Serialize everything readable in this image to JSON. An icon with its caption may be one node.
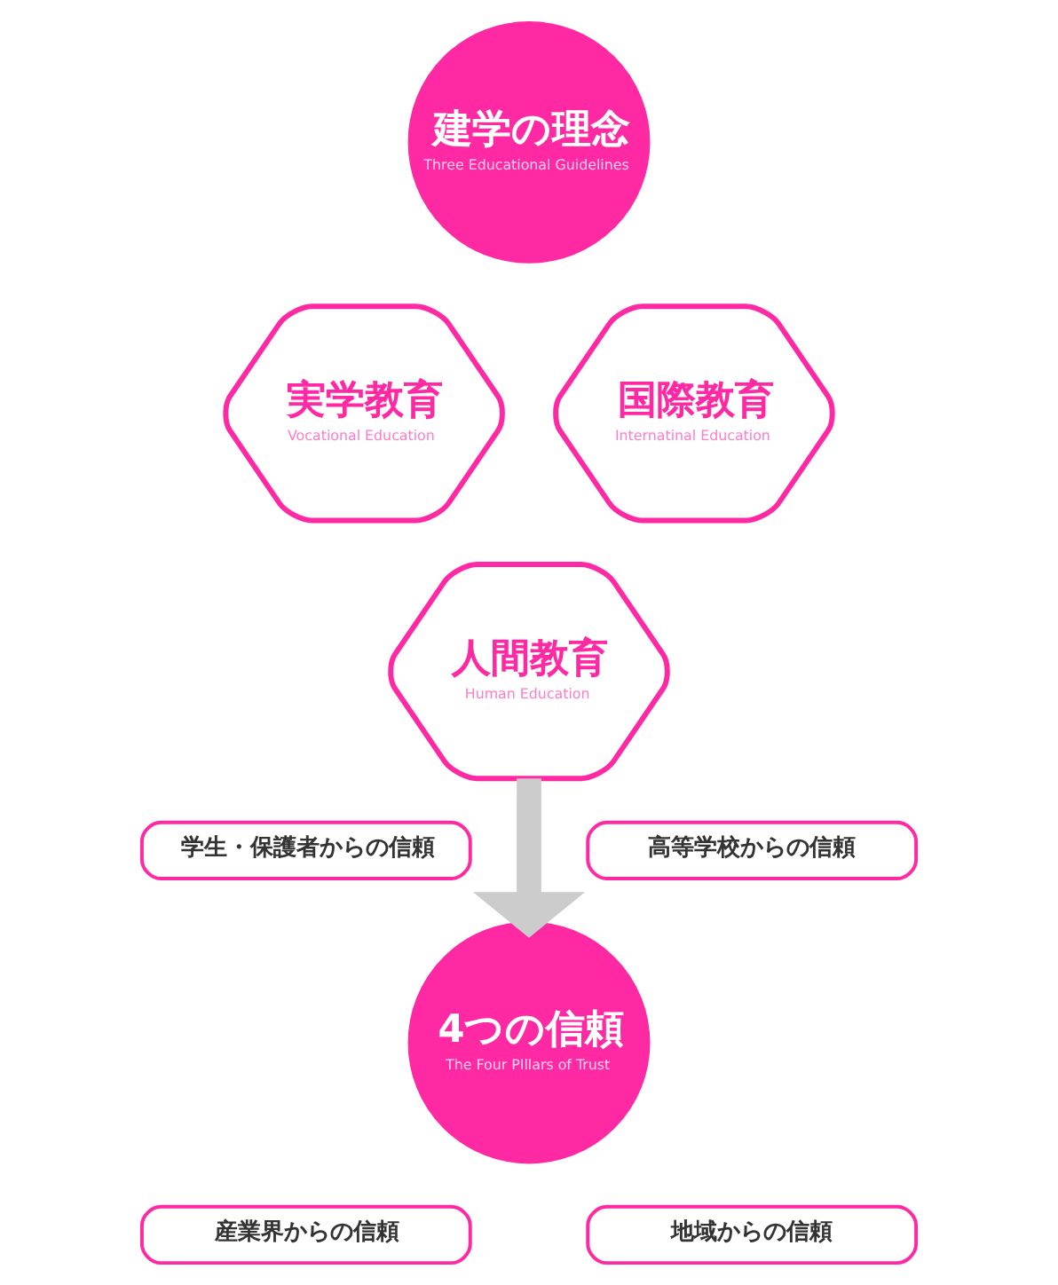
{
  "diagram": {
    "nodes": [
      {
        "text": [
          "建学の理念",
          "Three Educational Guidelines"
        ]
      },
      {
        "text": [
          "実学教育",
          "Vocational Education"
        ]
      },
      {
        "text": [
          "国際教育",
          "Internatinal Education"
        ]
      },
      {
        "text": [
          "人間教育",
          "Human Education"
        ]
      },
      {
        "text": [
          "学生・保護者からの信頼"
        ]
      },
      {
        "text": [
          "高等学校からの信頼"
        ]
      },
      {
        "text": [
          "4つの信頼",
          "The Four PIllars of Trust"
        ]
      },
      {
        "text": [
          "産業界からの信頼"
        ]
      },
      {
        "text": [
          "地域からの信頼"
        ]
      }
    ],
    "edges": [
      {
        "from": 3,
        "to": 6,
        "arrow": "to"
      }
    ]
  }
}
